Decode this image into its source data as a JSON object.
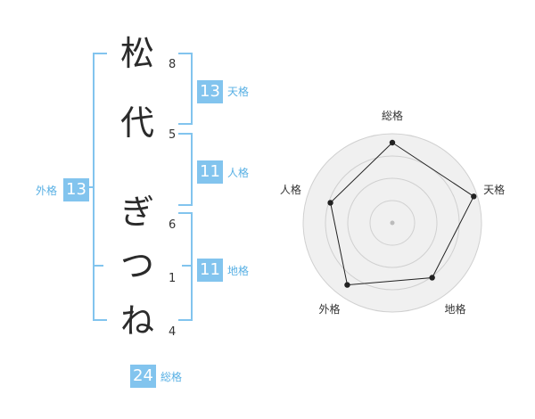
{
  "name": {
    "chars": [
      {
        "char": "松",
        "strokes": "8"
      },
      {
        "char": "代",
        "strokes": "5"
      },
      {
        "char": "ぎ",
        "strokes": "6"
      },
      {
        "char": "つ",
        "strokes": "1"
      },
      {
        "char": "ね",
        "strokes": "4"
      }
    ]
  },
  "fortune": {
    "tenkaku": {
      "label": "天格",
      "value": "13"
    },
    "jinkaku": {
      "label": "人格",
      "value": "11"
    },
    "chikaku": {
      "label": "地格",
      "value": "11"
    },
    "gaikaku": {
      "label": "外格",
      "value": "13"
    },
    "soukaku": {
      "label": "総格",
      "value": "24"
    }
  },
  "colors": {
    "accent": "#82c4ee",
    "accent_text": "#58b0e4",
    "radar_fill": "#f0f0f0",
    "radar_ring": "#d0d0d0",
    "radar_line": "#222222"
  },
  "chart_data": {
    "type": "radar",
    "axes": [
      "総格",
      "天格",
      "地格",
      "外格",
      "人格"
    ],
    "values": [
      0.9,
      0.96,
      0.76,
      0.86,
      0.73
    ],
    "range": [
      0,
      1
    ],
    "rings": 4
  }
}
